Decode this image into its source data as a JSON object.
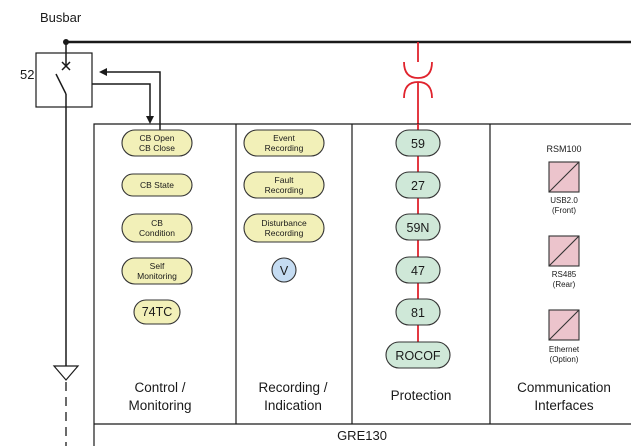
{
  "busbar_label": "Busbar",
  "breaker_label": "52",
  "device_name": "GRE130",
  "colors": {
    "line": "#1a1a1a",
    "ct": "#e0232d",
    "pill_yellow": "#f2f0b8",
    "pill_green": "#cfe8d8",
    "pill_blue": "#c5dcf2",
    "port_fill": "#ecc4cc"
  },
  "columns": {
    "control": {
      "label_1": "Control /",
      "label_2": "Monitoring",
      "items": [
        {
          "line1": "CB Open",
          "line2": "CB Close"
        },
        {
          "line1": "CB State",
          "line2": ""
        },
        {
          "line1": "CB",
          "line2": "Condition"
        },
        {
          "line1": "Self",
          "line2": "Monitoring"
        }
      ],
      "func_74tc": "74TC"
    },
    "recording": {
      "label_1": "Recording /",
      "label_2": "Indication",
      "items": [
        {
          "line1": "Event",
          "line2": "Recording"
        },
        {
          "line1": "Fault",
          "line2": "Recording"
        },
        {
          "line1": "Disturbance",
          "line2": "Recording"
        }
      ],
      "meter": "V"
    },
    "protection": {
      "label": "Protection",
      "functions": [
        "59",
        "27",
        "59N",
        "47",
        "81",
        "ROCOF"
      ]
    },
    "communication": {
      "label_1": "Communication",
      "label_2": "Interfaces",
      "title": "RSM100",
      "ports": [
        {
          "line1": "USB2.0",
          "line2": "(Front)"
        },
        {
          "line1": "RS485",
          "line2": "(Rear)"
        },
        {
          "line1": "Ethernet",
          "line2": "(Option)"
        }
      ]
    }
  }
}
